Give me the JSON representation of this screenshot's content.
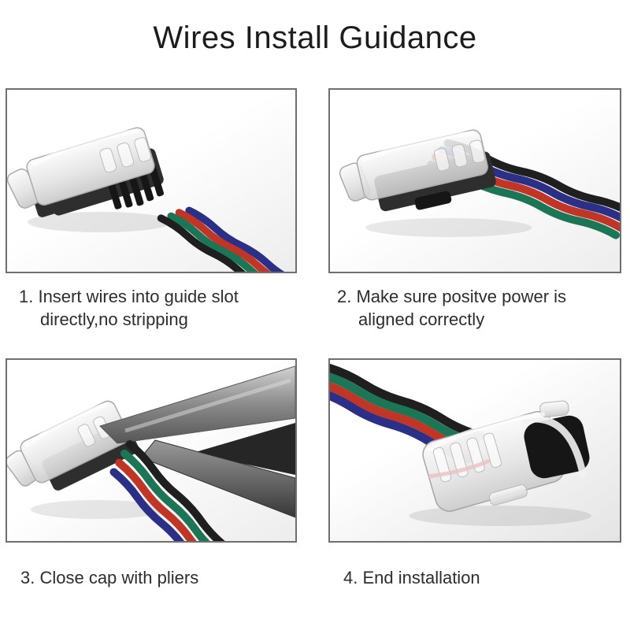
{
  "page": {
    "title": "Wires Install Guidance"
  },
  "colors": {
    "page_background": "#ffffff",
    "title_text": "#1c1c1c",
    "caption_text": "#2d2d2d",
    "frame_border": "#6f6f6f",
    "wire_black": "#1f1f1f",
    "wire_green": "#1c7555",
    "wire_red": "#bf3526",
    "wire_blue": "#2b2f86",
    "connector_dark": "#2e2e2e",
    "connector_teeth": "#161616",
    "connector_outline": "#a8a8a8"
  },
  "steps": [
    {
      "photo": "step1-connector-and-loose-wires-photo",
      "caption_line1": "1. Insert wires into guide slot",
      "caption_line2": "directly,no stripping"
    },
    {
      "photo": "step2-wires-inserted-in-connector-photo",
      "caption_line1": "2. Make sure positve power is",
      "caption_line2": "aligned correctly"
    },
    {
      "photo": "step3-pliers-closing-cap-photo",
      "caption_line1": "3. Close cap with pliers",
      "caption_line2": ""
    },
    {
      "photo": "step4-finished-connector-photo",
      "caption_line1": "4. End installation",
      "caption_line2": ""
    }
  ]
}
